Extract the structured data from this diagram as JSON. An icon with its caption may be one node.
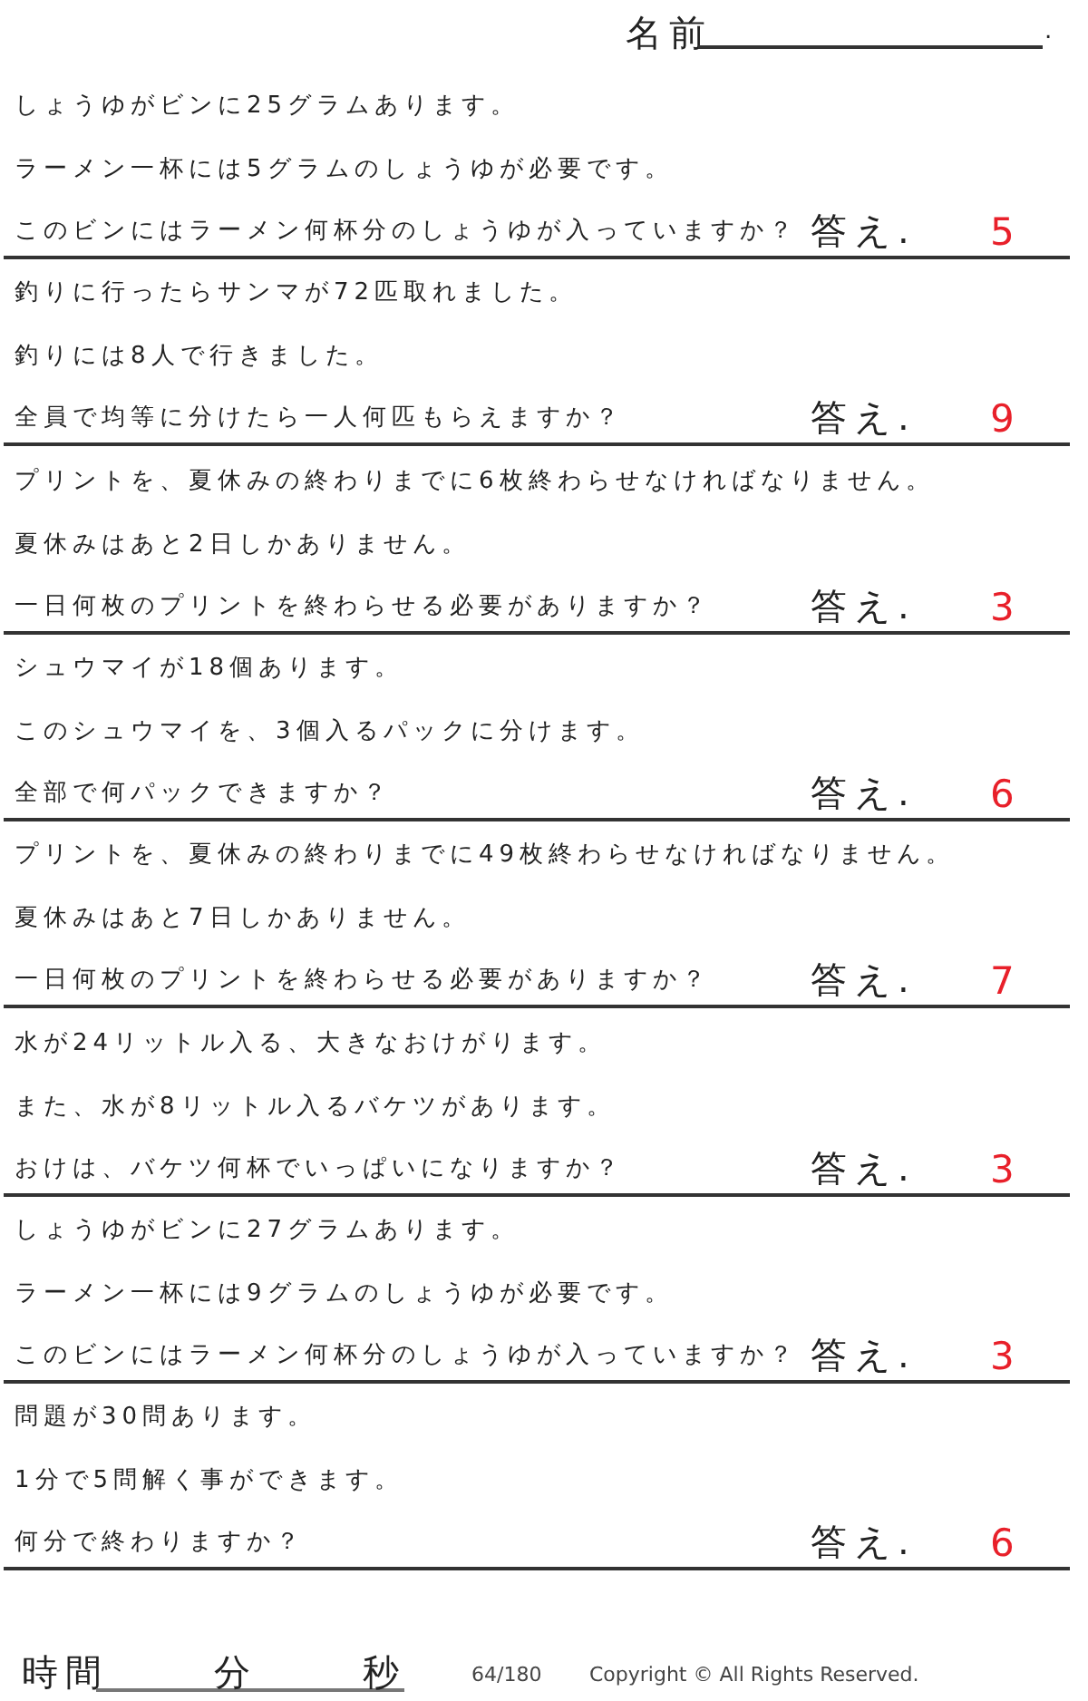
{
  "diagram": {
    "labels": [
      "名前",
      ".",
      "しょうゆがビンに25グラムあります。",
      "ラーメン一杯には5グラムのしょうゆが必要です。",
      "このビンにはラーメン何杯分のしょうゆが入っていますか？",
      "答え.",
      "5",
      "釣りに行ったらサンマが72匹取れました。",
      "釣りには8人で行きました。",
      "全員で均等に分けたら一人何匹もらえますか？",
      "答え.",
      "9",
      "プリントを、夏休みの終わりまでに6枚終わらせなければなりません。",
      "夏休みはあと2日しかありません。",
      "一日何枚のプリントを終わらせる必要がありますか？",
      "答え.",
      "3",
      "シュウマイが18個あります。",
      "このシュウマイを、3個入るパックに分けます。",
      "全部で何パックできますか？",
      "答え.",
      "6",
      "プリントを、夏休みの終わりまでに49枚終わらせなければなりません。",
      "夏休みはあと7日しかありません。",
      "一日何枚のプリントを終わらせる必要がありますか？",
      "答え.",
      "7",
      "水が24リットル入る、大きなおけがります。",
      "また、水が8リットル入るバケツがあります。",
      "おけは、バケツ何杯でいっぱいになりますか？",
      "答え.",
      "3",
      "しょうゆがビンに27グラムあります。",
      "ラーメン一杯には9グラムのしょうゆが必要です。",
      "このビンにはラーメン何杯分のしょうゆが入っていますか？",
      "答え.",
      "3",
      "問題が30問あります。",
      "1分で5問解く事ができます。",
      "何分で終わりますか？",
      "答え.",
      "6",
      "時間",
      "分",
      "秒",
      "64/180",
      "Copyright © All Rights Reserved."
    ]
  }
}
